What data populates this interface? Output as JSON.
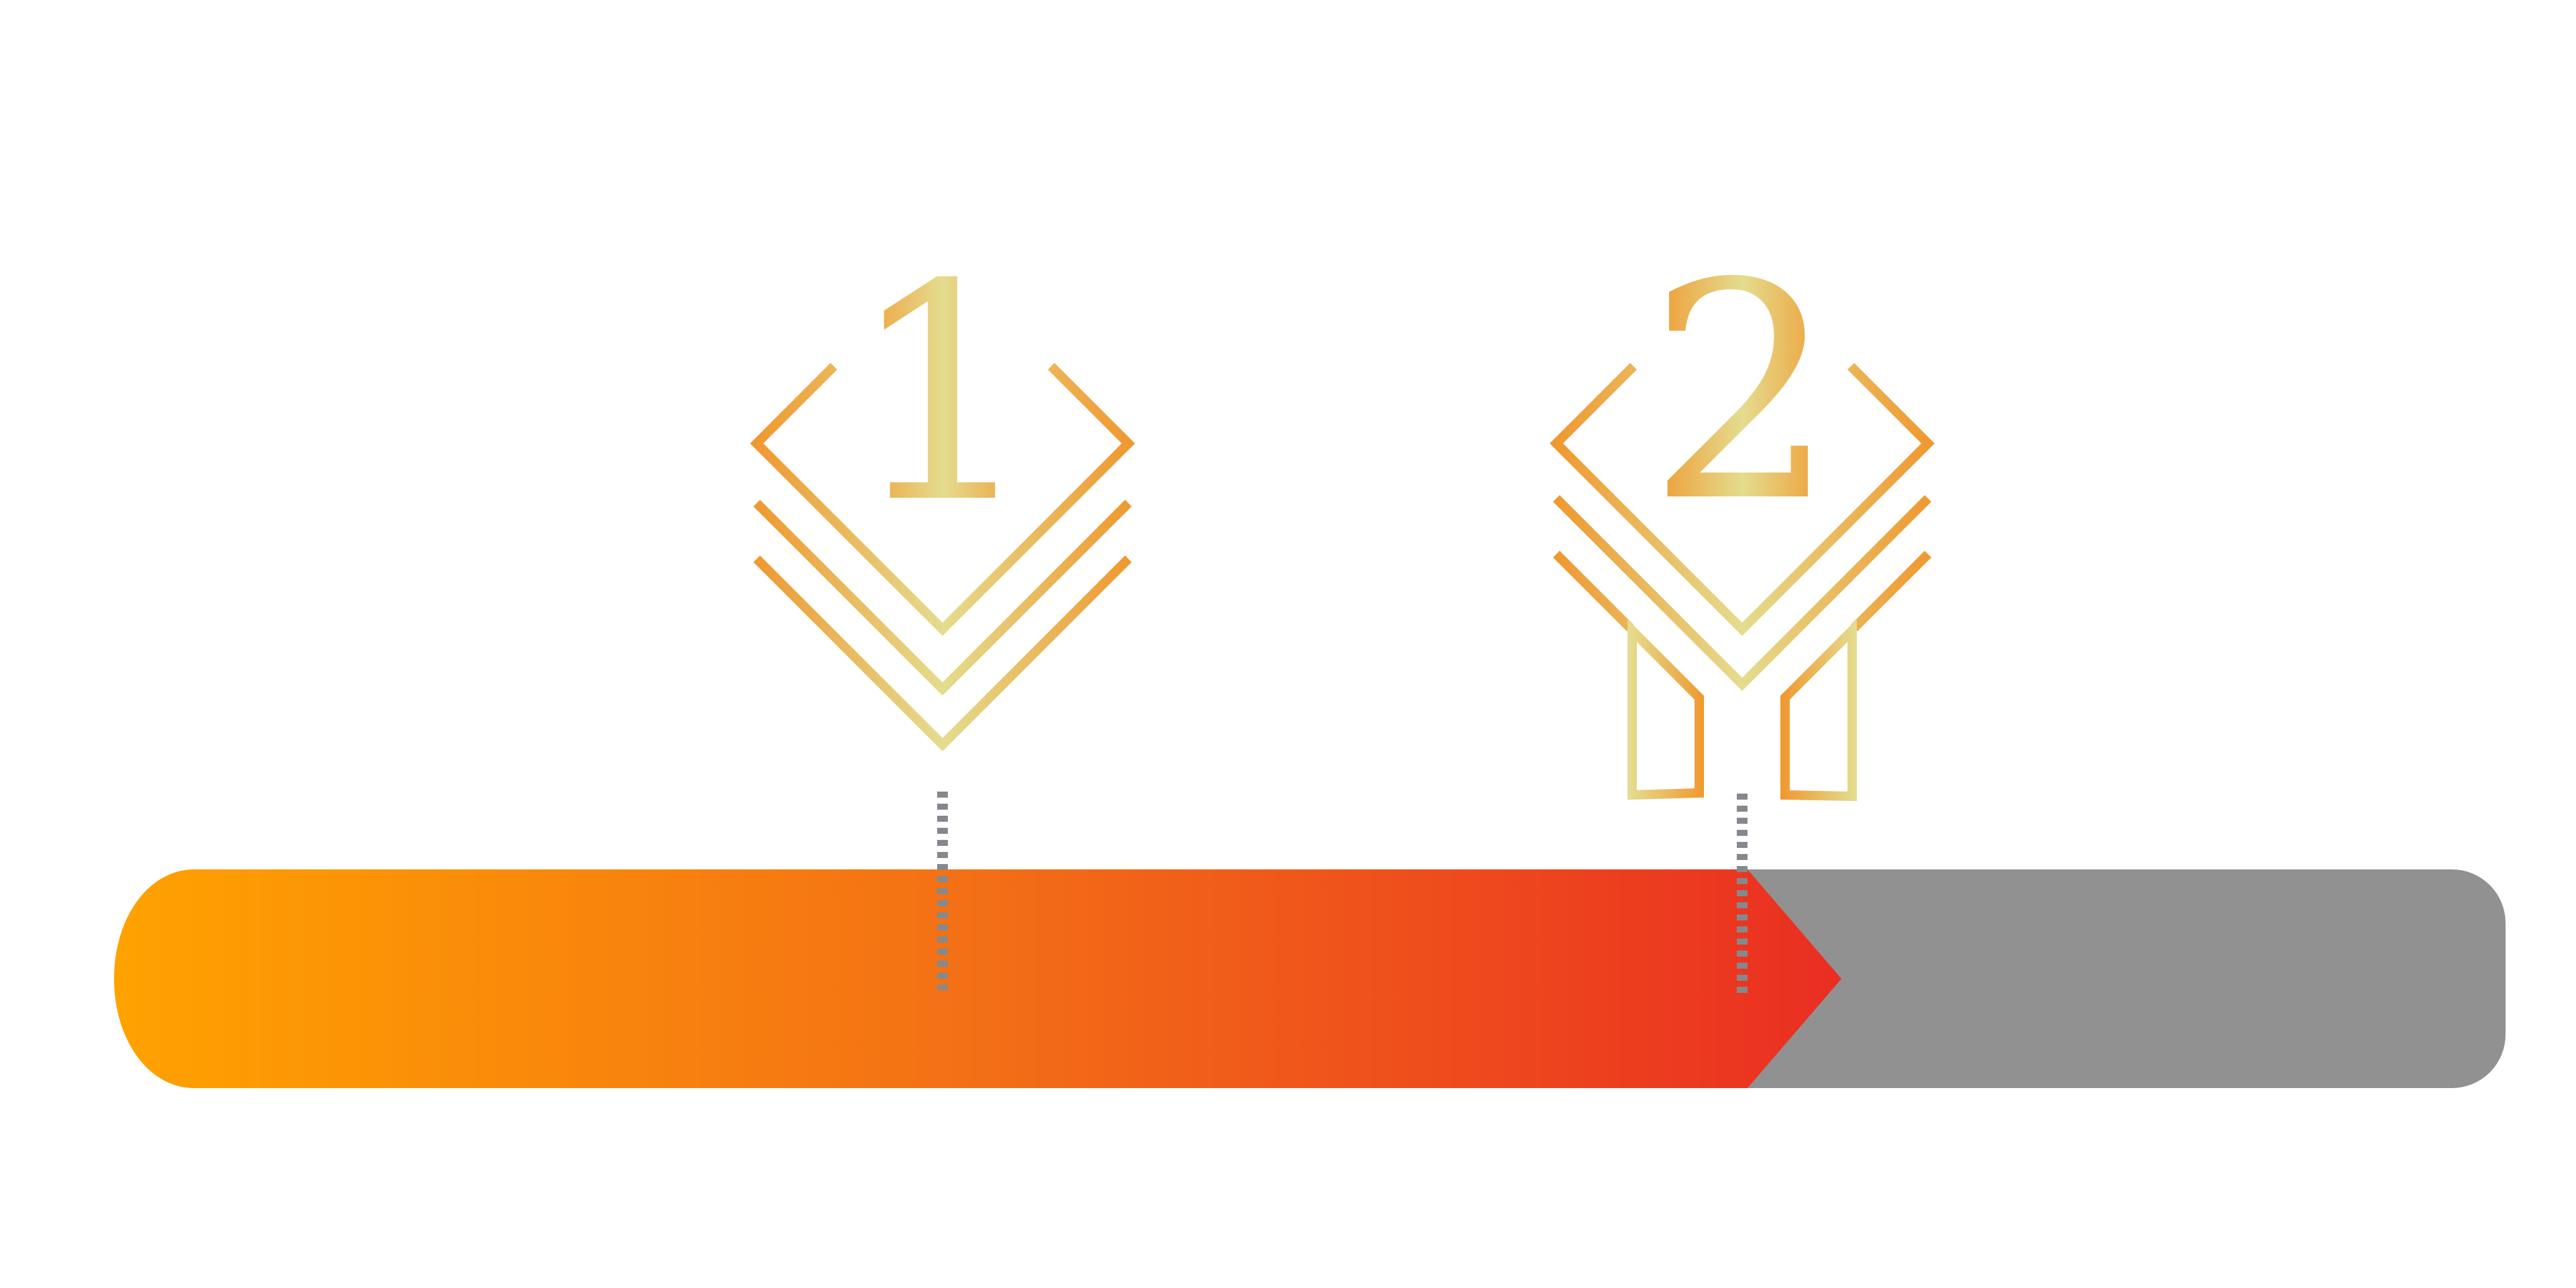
{
  "steps": [
    {
      "number": "1"
    },
    {
      "number": "2"
    }
  ],
  "progress": {
    "completed_steps": 2,
    "fill_colors": {
      "start": "#FFA200",
      "mid": "#F36F16",
      "end": "#EA2E22"
    },
    "track_color": "#919191"
  },
  "colors": {
    "gold_orange": "#F0952B",
    "gold_light": "#E4DC8E",
    "marker_gray": "#85898E",
    "background": "#FFFFFF"
  },
  "icons": [
    "chevron-stack-icon",
    "chevron-stack-with-legs-icon"
  ]
}
